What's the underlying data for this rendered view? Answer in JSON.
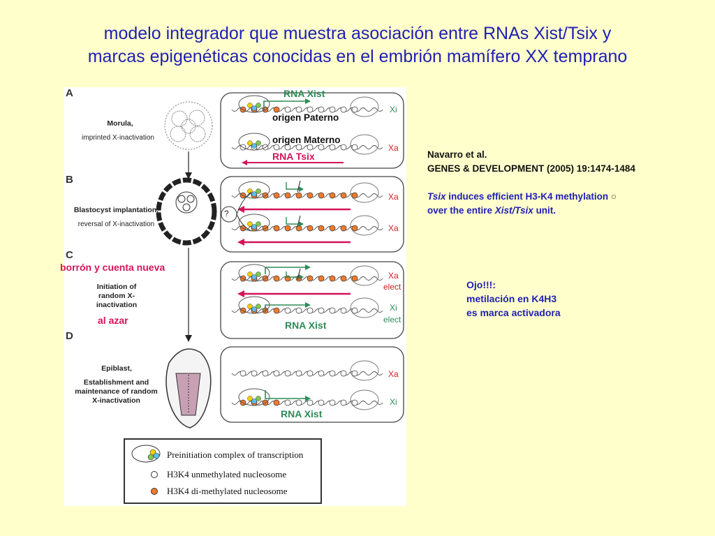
{
  "title": {
    "line1": "modelo integrador que muestra asociación entre RNAs Xist/Tsix y",
    "line2": "marcas  epigenéticas conocidas en el embrión mamífero XX temprano"
  },
  "figure": {
    "panels": {
      "a": {
        "letter": "A",
        "stage": "Morula,",
        "note": "imprinted X-inactivation"
      },
      "b": {
        "letter": "B",
        "stage": "Blastocyst implantation,",
        "note": "reversal of X-inactivation"
      },
      "c": {
        "letter": "C",
        "stage_1": "Initiation of",
        "stage_2": "random X-",
        "stage_3": "inactivation"
      },
      "d": {
        "letter": "D",
        "stage": "Epiblast,",
        "note_1": "Establishment and",
        "note_2": "maintenance of random",
        "note_3": "X-inactivation"
      }
    },
    "annotations": {
      "rna_xist_top": "RNA Xist",
      "origen_paterno": "origen Paterno",
      "origen_materno": "origen Materno",
      "rna_tsix": "RNA Tsix",
      "borron": "borrón y cuenta nueva",
      "al_azar": "al azar",
      "rna_xist_c": "RNA Xist",
      "rna_xist_d": "RNA Xist",
      "question": "?"
    },
    "chromosomes": {
      "a1": "Xi",
      "a2": "Xa",
      "b1": "Xa",
      "b2": "Xa",
      "c1": "Xa",
      "c1b": "elect",
      "c2": "Xi",
      "c2b": "elect",
      "d1": "Xa",
      "d2": "Xi"
    },
    "legend": {
      "item1": "Preinitiation complex of transcription",
      "item2": "H3K4 unmethylated nucleosome",
      "item3": "H3K4 di-methylated nucleosome"
    }
  },
  "reference": {
    "authors": "Navarro et al.",
    "journal": "GENES & DEVELOPMENT (2005) 19:1474-1484",
    "finding_1a": "Tsix",
    "finding_1b": " induces efficient H3-K4 methylation ",
    "finding_1c": "○",
    "finding_2a": "over the entire ",
    "finding_2b": "Xist/Tsix",
    "finding_2c": " unit."
  },
  "note": {
    "line1": "Ojo!!!:",
    "line2": "metilación en K4H3",
    "line3": "es marca activadora"
  },
  "colors": {
    "background": "#ffffcc",
    "title_blue": "#1f1fb4",
    "xist_green": "#2e8b57",
    "tsix_red": "#d4145a",
    "nucleosome_orange": "#f07a2c"
  }
}
